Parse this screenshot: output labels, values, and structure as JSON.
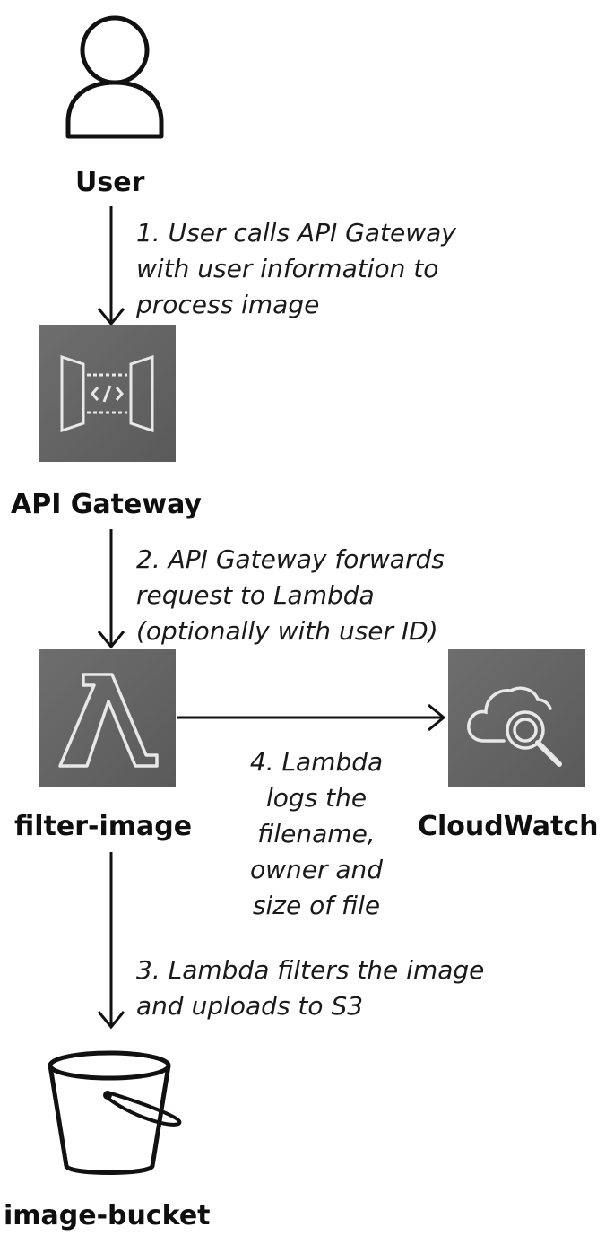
{
  "nodes": {
    "user": {
      "label": "User",
      "icon": "user-icon"
    },
    "api_gateway": {
      "label": "API Gateway",
      "icon": "api-gateway-icon"
    },
    "lambda": {
      "label": "filter-image",
      "icon": "lambda-icon"
    },
    "cloudwatch": {
      "label": "CloudWatch",
      "icon": "cloudwatch-icon"
    },
    "bucket": {
      "label": "image-bucket",
      "icon": "s3-bucket-icon"
    }
  },
  "steps": {
    "step1": {
      "lines": [
        "1. User calls API Gateway",
        "with user information to",
        "process image"
      ]
    },
    "step2": {
      "lines": [
        "2. API Gateway forwards",
        "request to Lambda",
        "(optionally with user ID)"
      ]
    },
    "step3": {
      "lines": [
        "3. Lambda filters the image",
        "and uploads to S3"
      ]
    },
    "step4": {
      "lines": [
        "4. Lambda",
        "logs the",
        "filename,",
        "owner and",
        "size of file"
      ]
    }
  },
  "colors": {
    "service_box": "#626262",
    "icon_stroke": "#e8e8e8",
    "arrow": "#111111"
  }
}
